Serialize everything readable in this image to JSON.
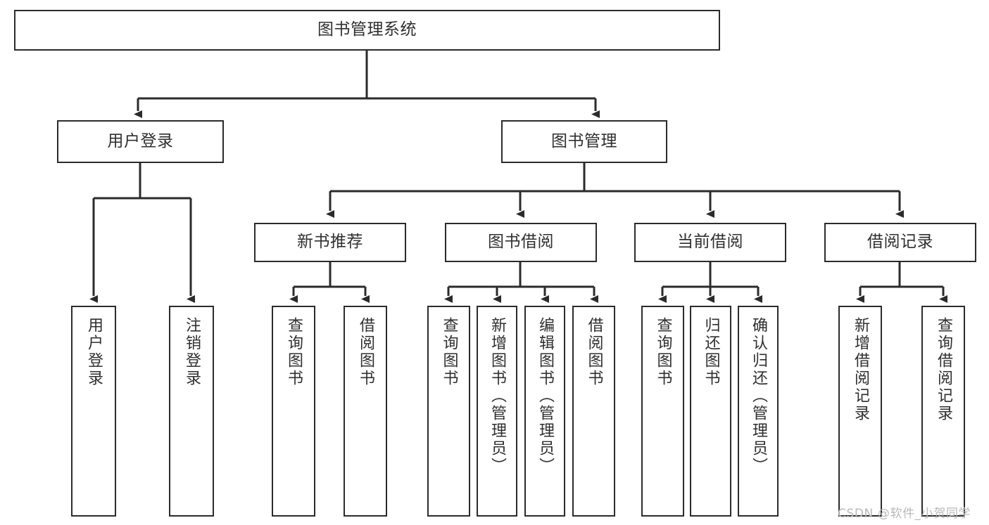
{
  "diagram": {
    "title": "图书管理系统",
    "type": "tree-hierarchy-chart",
    "root": {
      "id": "root",
      "label": "图书管理系统"
    },
    "level2": [
      {
        "id": "user-login",
        "label": "用户登录"
      },
      {
        "id": "book-manage",
        "label": "图书管理"
      }
    ],
    "level3": [
      {
        "id": "new-book-recommend",
        "label": "新书推荐",
        "parent": "book-manage"
      },
      {
        "id": "book-borrow",
        "label": "图书借阅",
        "parent": "book-manage"
      },
      {
        "id": "current-borrow",
        "label": "当前借阅",
        "parent": "book-manage"
      },
      {
        "id": "borrow-record",
        "label": "借阅记录",
        "parent": "book-manage"
      }
    ],
    "leaves": [
      {
        "id": "leaf-user-login",
        "label": "用户登录",
        "parent": "user-login"
      },
      {
        "id": "leaf-logout",
        "label": "注销登录",
        "parent": "user-login"
      },
      {
        "id": "leaf-query-book-1",
        "label": "查询图书",
        "parent": "new-book-recommend"
      },
      {
        "id": "leaf-borrow-book-1",
        "label": "借阅图书",
        "parent": "new-book-recommend"
      },
      {
        "id": "leaf-query-book-2",
        "label": "查询图书",
        "parent": "book-borrow"
      },
      {
        "id": "leaf-add-book",
        "label": "新增图书（管理员）",
        "parent": "book-borrow"
      },
      {
        "id": "leaf-edit-book",
        "label": "编辑图书（管理员）",
        "parent": "book-borrow"
      },
      {
        "id": "leaf-borrow-book-2",
        "label": "借阅图书",
        "parent": "book-borrow"
      },
      {
        "id": "leaf-query-book-3",
        "label": "查询图书",
        "parent": "current-borrow"
      },
      {
        "id": "leaf-return-book",
        "label": "归还图书",
        "parent": "current-borrow"
      },
      {
        "id": "leaf-confirm-return",
        "label": "确认归还（管理员）",
        "parent": "current-borrow"
      },
      {
        "id": "leaf-add-record",
        "label": "新增借阅记录",
        "parent": "borrow-record"
      },
      {
        "id": "leaf-query-record",
        "label": "查询借阅记录",
        "parent": "borrow-record"
      }
    ]
  },
  "watermark": {
    "text": "CSDN @软件_小贺同学"
  },
  "colors": {
    "stroke": "#2b2b2b",
    "text": "#2f2f2f",
    "background": "#ffffff",
    "watermark": "#b9b9b9"
  }
}
